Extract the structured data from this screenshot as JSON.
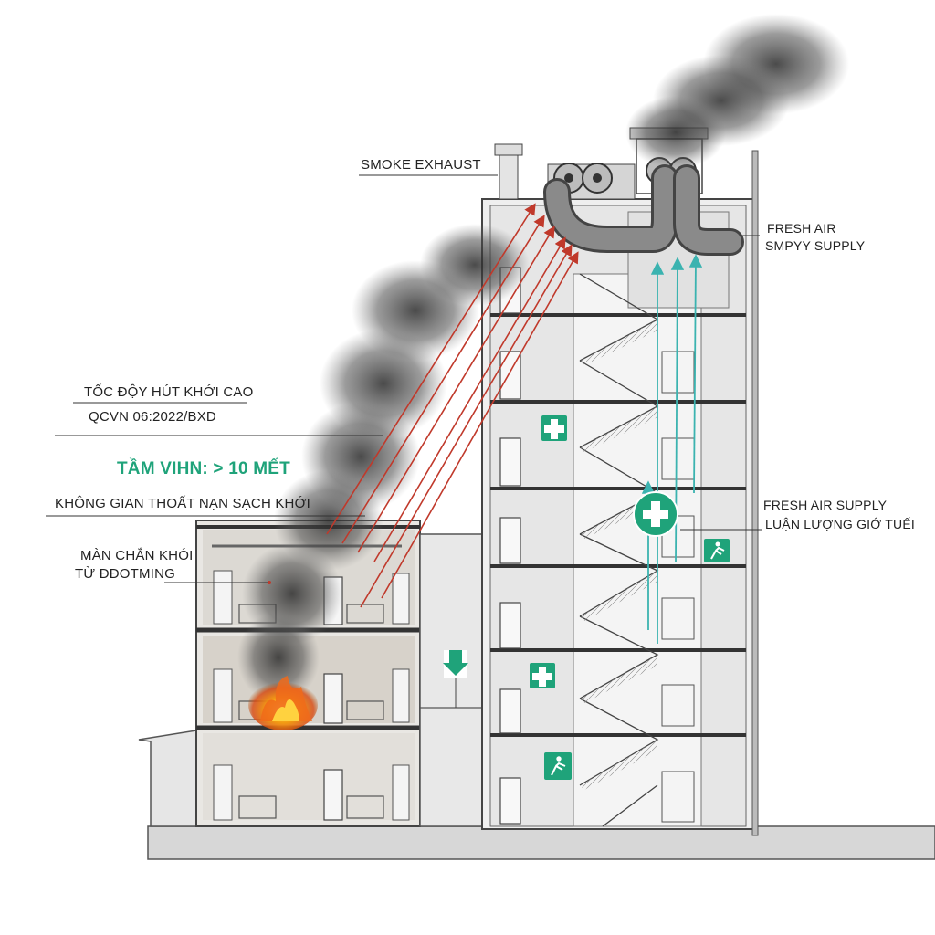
{
  "labels": {
    "smoke_exhaust": "SMOKE EXHAUST",
    "fresh_air_top_1": "FRESH AIR",
    "fresh_air_top_2": "SMPYY SUPPLY",
    "speed_line_1": "TỐC ĐỘY HÚT KHỚI CAO",
    "speed_line_2": "QCVN 06:2022/BXD",
    "visibility": "TẦM VIHN: > 10 MẾT",
    "escape_space": "KHÔNG GIAN THOẤT NẠN SẠCH KHỚI",
    "curtain_1": "MÀN CHẮN KHÓI",
    "curtain_2": "TỪ ĐĐOTMING",
    "fresh_air_right_1": "FRESH AIR SUPPLY",
    "fresh_air_right_2": "LUẬN LƯỢNG GIỚ TUẾI"
  },
  "icons": {
    "first_aid": "first-aid-cross-icon",
    "exit": "running-man-exit-icon",
    "down_arrow": "down-arrow-icon",
    "fan": "exhaust-fan-icon",
    "fire": "fire-icon",
    "smoke": "smoke-plume-icon"
  },
  "colors": {
    "smoke_arrow": "#c0392b",
    "fresh_air_arrow": "#3bb3b0",
    "safety_green": "#1fa37a",
    "building_line": "#555555",
    "fire_orange": "#f06a1a"
  }
}
